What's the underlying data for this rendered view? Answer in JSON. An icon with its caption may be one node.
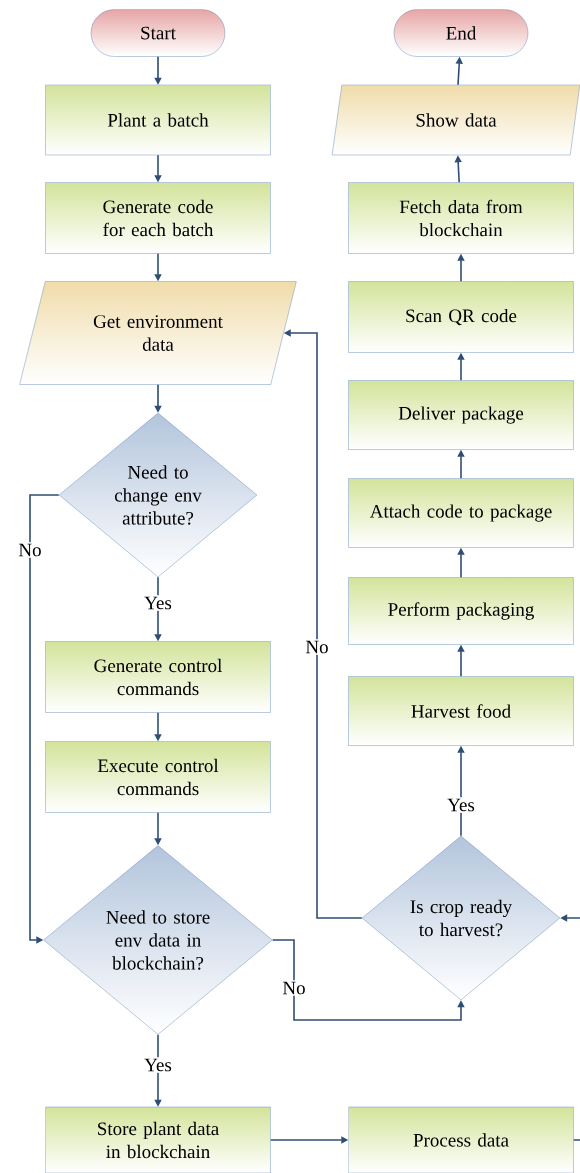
{
  "diagram": {
    "nodes": [
      {
        "text": [
          "Start"
        ]
      },
      {
        "text": [
          "Plant a batch"
        ]
      },
      {
        "text": [
          "Generate code for each batch"
        ]
      },
      {
        "text": [
          "Get environment data"
        ]
      },
      {
        "text": [
          "Need to change env attribute?"
        ]
      },
      {
        "text": [
          "Generate control commands"
        ]
      },
      {
        "text": [
          "Execute control commands"
        ]
      },
      {
        "text": [
          "Need to store env data in blockchain?"
        ]
      },
      {
        "text": [
          "Store plant data in blockchain"
        ]
      },
      {
        "text": [
          "Process data"
        ]
      },
      {
        "text": [
          "Is crop ready to harvest?"
        ]
      },
      {
        "text": [
          "Harvest food"
        ]
      },
      {
        "text": [
          "Perform packaging"
        ]
      },
      {
        "text": [
          "Attach code to package"
        ]
      },
      {
        "text": [
          "Deliver package"
        ]
      },
      {
        "text": [
          "Scan QR code"
        ]
      },
      {
        "text": [
          "Fetch data from blockchain"
        ]
      },
      {
        "text": [
          "Show data"
        ]
      },
      {
        "text": [
          "End"
        ]
      }
    ],
    "edges": [
      {
        "from": 0,
        "to": 1,
        "arrow": "to"
      },
      {
        "from": 1,
        "to": 2,
        "arrow": "to"
      },
      {
        "from": 2,
        "to": 3,
        "arrow": "to"
      },
      {
        "from": 3,
        "to": 4,
        "arrow": "to"
      },
      {
        "from": 4,
        "to": 5,
        "arrow": "to",
        "label": "Yes"
      },
      {
        "from": 4,
        "to": 7,
        "arrow": "to",
        "label": "No"
      },
      {
        "from": 5,
        "to": 6,
        "arrow": "to"
      },
      {
        "from": 6,
        "to": 7,
        "arrow": "to"
      },
      {
        "from": 7,
        "to": 8,
        "arrow": "to",
        "label": "Yes"
      },
      {
        "from": 7,
        "to": 10,
        "arrow": "to",
        "label": "No"
      },
      {
        "from": 8,
        "to": 9,
        "arrow": "to"
      },
      {
        "from": 9,
        "to": null,
        "arrow": "none"
      },
      {
        "from": null,
        "to": 10,
        "arrow": "to"
      },
      {
        "from": 10,
        "to": 11,
        "arrow": "to",
        "label": "Yes"
      },
      {
        "from": 10,
        "to": 3,
        "arrow": "to",
        "label": "No"
      },
      {
        "from": 11,
        "to": 12,
        "arrow": "to"
      },
      {
        "from": 12,
        "to": 13,
        "arrow": "to"
      },
      {
        "from": 13,
        "to": 14,
        "arrow": "to"
      },
      {
        "from": 14,
        "to": 15,
        "arrow": "to"
      },
      {
        "from": 15,
        "to": 16,
        "arrow": "to"
      },
      {
        "from": 16,
        "to": 17,
        "arrow": "to"
      },
      {
        "from": 17,
        "to": 18,
        "arrow": "to"
      }
    ]
  }
}
